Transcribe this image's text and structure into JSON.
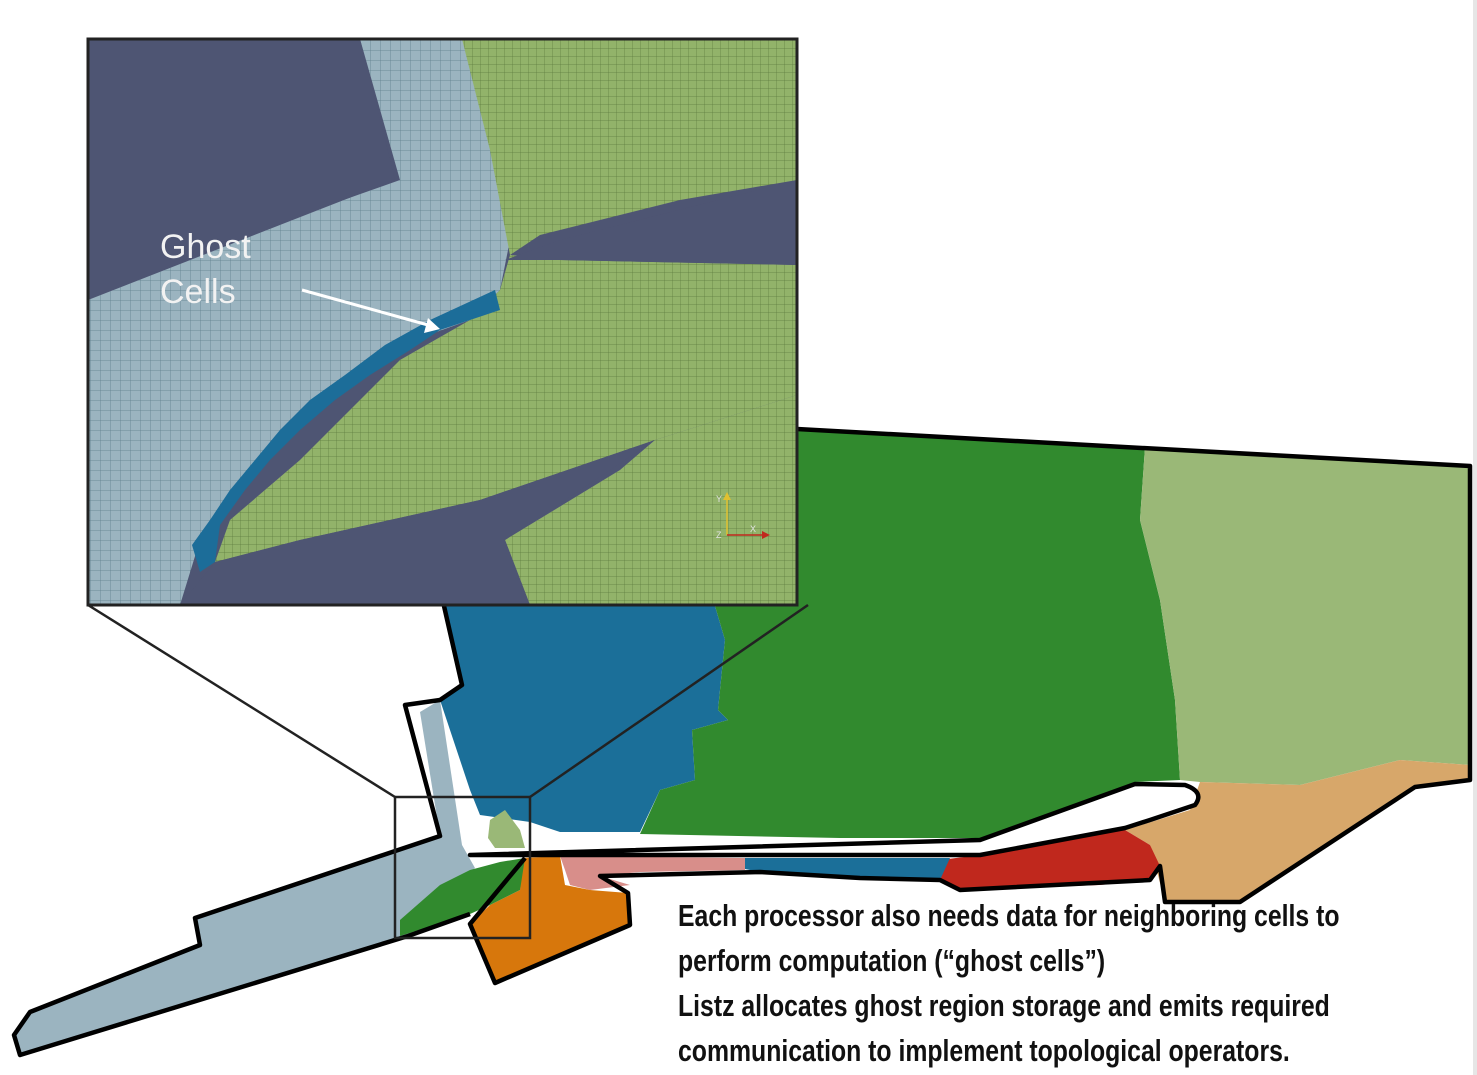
{
  "inset": {
    "label_line1": "Ghost",
    "label_line2": "Cells",
    "axis_y": "Y",
    "axis_x": "X",
    "axis_z": "Z"
  },
  "caption": {
    "line1": "Each processor also needs data for neighboring cells to",
    "line2": "perform computation (“ghost cells”)",
    "line3": "Listz allocates ghost region storage and emits required",
    "line4": "communication to implement topological operators."
  },
  "colors": {
    "light_blue_grey": "#9bb4c0",
    "blue": "#1b6f99",
    "green": "#318a2e",
    "light_green": "#9ab877",
    "tan": "#d7a76a",
    "red": "#c0281d",
    "pink": "#d88e8a",
    "orange": "#d7770c",
    "background_slate": "#4e5573",
    "inset_green": "#92b36a",
    "ghost_blue": "#1c6d99"
  }
}
